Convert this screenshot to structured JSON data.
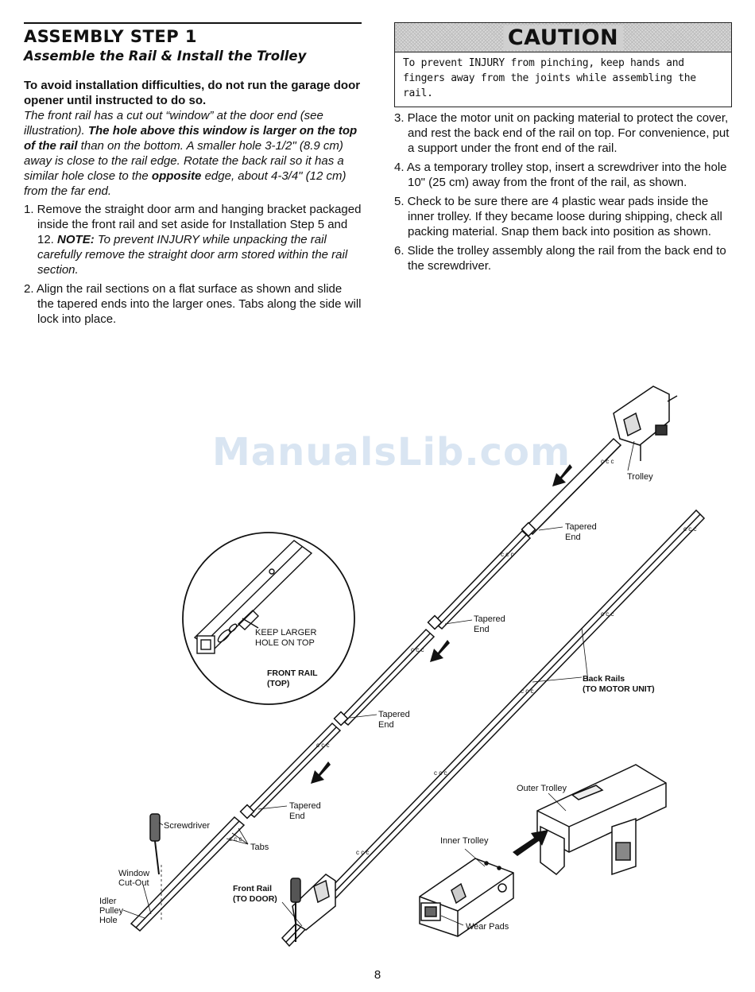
{
  "step": {
    "title": "ASSEMBLY STEP 1",
    "subtitle": "Assemble the Rail & Install the Trolley"
  },
  "left": {
    "warning": "To avoid installation difficulties, do not run the garage door opener until instructed to do so.",
    "intro": [
      {
        "t": "The front rail has a cut out “window” at the door end (see illustration). ",
        "b": false
      },
      {
        "t": "The hole above this window is larger on the top of the rail",
        "b": true
      },
      {
        "t": " than on the bottom. A smaller hole 3-1/2\" (8.9 cm) away is close to the rail edge. Rotate the back rail so it has a similar hole close to the ",
        "b": false
      },
      {
        "t": "opposite",
        "b": true
      },
      {
        "t": " edge, about 4-3/4\" (12 cm) from the far end.",
        "b": false
      }
    ],
    "step1_text": "1. Remove the straight door arm and hanging bracket packaged inside the front rail and set aside for Installation Step 5 and 12. ",
    "step1_note_label": "NOTE:",
    "step1_note_text": " To prevent INJURY while unpacking the rail carefully remove the straight door arm stored within the rail section.",
    "step2_text": "2. Align the rail sections on a flat surface as shown and slide the tapered ends into the larger ones. Tabs along the side will lock into place."
  },
  "caution": {
    "label": "CAUTION",
    "text": "To prevent INJURY from pinching, keep hands and fingers away from the joints while assembling the rail."
  },
  "right_steps": [
    "3. Place the motor unit on packing material to protect the cover, and rest the back end of the rail on top. For convenience, put a support under the front end of the rail.",
    "4. As a temporary trolley stop, insert a screwdriver into the hole 10\" (25 cm) away from the front of the rail, as shown.",
    "5. Check to be sure there are 4 plastic wear pads inside the inner trolley. If they became loose during shipping, check all packing material. Snap them back into position as shown.",
    "6. Slide the trolley assembly along the rail from the back end to the screwdriver."
  ],
  "diagram": {
    "trolley": "Trolley",
    "tapered_1a": "Tapered",
    "tapered_1b": "End",
    "tapered_2a": "Tapered",
    "tapered_2b": "End",
    "tapered_3a": "Tapered",
    "tapered_3b": "End",
    "tapered_4a": "Tapered",
    "tapered_4b": "End",
    "keep_a": "KEEP LARGER",
    "keep_b": "HOLE ON TOP",
    "front_rail_top_a": "FRONT RAIL",
    "front_rail_top_b": "(TOP)",
    "back_rails_a": "Back Rails",
    "back_rails_b": "(TO MOTOR UNIT)",
    "screwdriver": "Screwdriver",
    "tabs": "Tabs",
    "window_a": "Window",
    "window_b": "Cut-Out",
    "idler_a": "Idler",
    "idler_b": "Pulley",
    "idler_c": "Hole",
    "front_rail_door_a": "Front Rail",
    "front_rail_door_b": "(TO DOOR)",
    "outer_trolley": "Outer Trolley",
    "inner_trolley": "Inner Trolley",
    "wear_pads": "Wear Pads"
  },
  "watermark": "ManualsLib.com",
  "page_number": "8"
}
